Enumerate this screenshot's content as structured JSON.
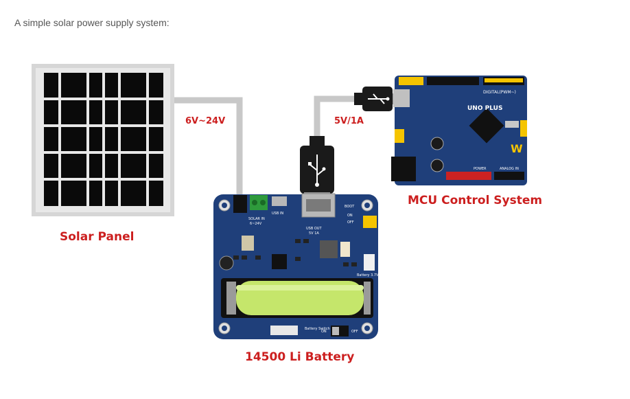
{
  "intro": "A simple solar power supply system:",
  "captions": {
    "solar_panel": "Solar Panel",
    "battery": "14500 Li Battery",
    "mcu": "MCU Control System"
  },
  "voltages": {
    "solar_input": "6V~24V",
    "usb_output": "5V/1A"
  },
  "board_labels": {
    "solar_in": "SOLAR IN",
    "solar_range": "6~24V",
    "usb_in": "USB IN",
    "usb_out": "USB OUT",
    "usb_out_rating": "5V 1A",
    "boot": "BOOT",
    "on": "ON",
    "off": "OFF",
    "battery_37": "Battery 3.7V",
    "battery_switch": "Battery Switch"
  },
  "mcu_labels": {
    "digital": "DIGITAL(PWM~)",
    "model": "UNO PLUS",
    "power": "POWER",
    "analog_in": "ANALOG IN",
    "logo": "W"
  },
  "colors": {
    "caption_red": "#cc1f1f",
    "pcb_blue": "#1f3f7a",
    "battery_green": "#c5e66b",
    "cable_grey": "#c8c8c8"
  }
}
